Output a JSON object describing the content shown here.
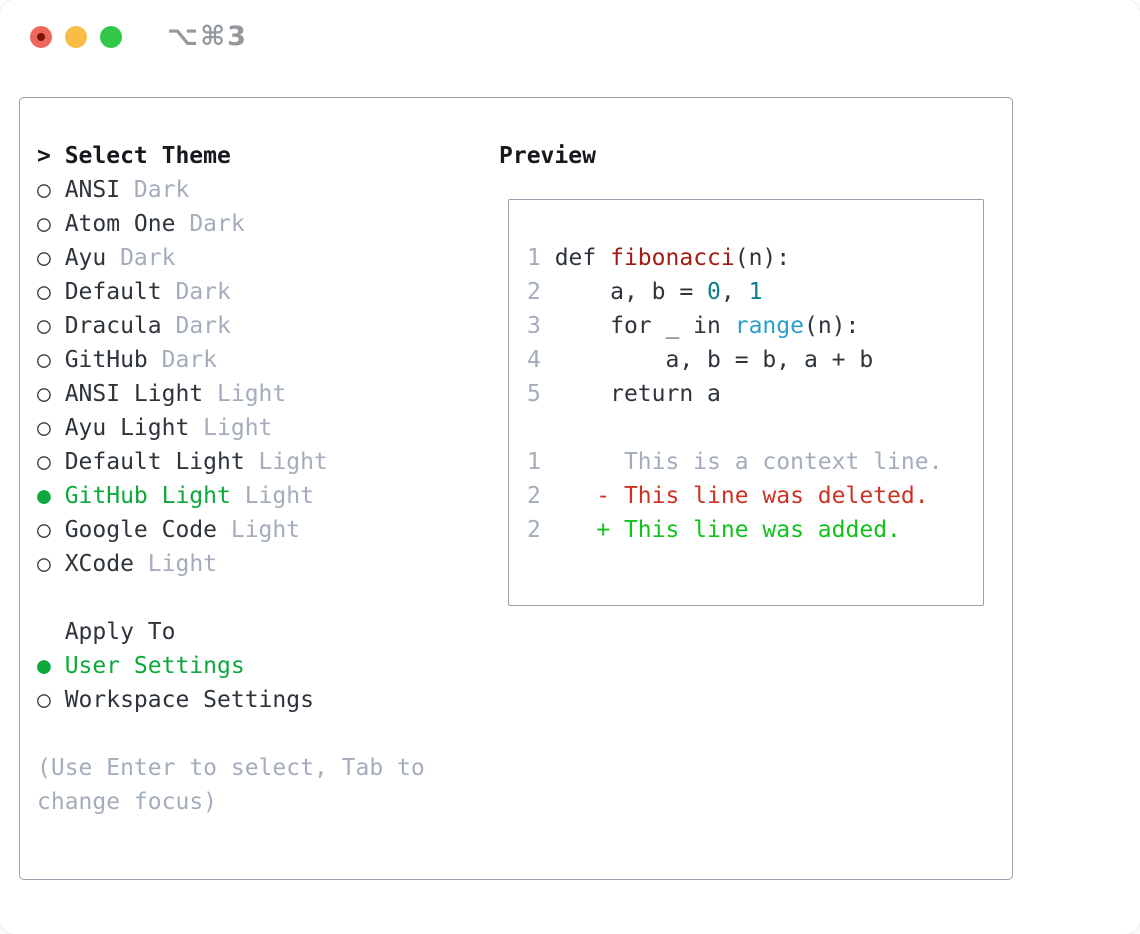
{
  "window": {
    "title": "⌥⌘3"
  },
  "colors": {
    "selected_green": "#0ca93d",
    "added_green": "#12c21b",
    "deleted_red": "#cb3425",
    "function_red": "#a21c11",
    "number_teal": "#0f7f8b",
    "builtin_blue": "#2b9ec9",
    "muted_gray": "#a3adbb",
    "text_dark": "#2e343b",
    "border_gray": "#98a2ae",
    "traffic_red": "#ef675c",
    "traffic_yellow": "#f7bd45",
    "traffic_green": "#33c748"
  },
  "select_theme": {
    "heading_marker": ">",
    "heading": "Select Theme",
    "items": [
      {
        "marker": "○",
        "name": "ANSI",
        "variant": "Dark",
        "state": "normal"
      },
      {
        "marker": "○",
        "name": "Atom One",
        "variant": "Dark",
        "state": "normal"
      },
      {
        "marker": "○",
        "name": "Ayu",
        "variant": "Dark",
        "state": "normal"
      },
      {
        "marker": "○",
        "name": "Default",
        "variant": "Dark",
        "state": "normal"
      },
      {
        "marker": "○",
        "name": "Dracula",
        "variant": "Dark",
        "state": "normal"
      },
      {
        "marker": "○",
        "name": "GitHub",
        "variant": "Dark",
        "state": "normal"
      },
      {
        "marker": "○",
        "name": "ANSI Light",
        "variant": "Light",
        "state": "normal"
      },
      {
        "marker": "○",
        "name": "Ayu Light",
        "variant": "Light",
        "state": "normal"
      },
      {
        "marker": "○",
        "name": "Default Light",
        "variant": "Light",
        "state": "normal"
      },
      {
        "marker": "●",
        "name": "GitHub Light",
        "variant": "Light",
        "state": "selected"
      },
      {
        "marker": "○",
        "name": "Google Code",
        "variant": "Light",
        "state": "normal"
      },
      {
        "marker": "○",
        "name": "XCode",
        "variant": "Light",
        "state": "normal"
      }
    ]
  },
  "apply_to": {
    "heading": "Apply To",
    "options": [
      {
        "marker": "●",
        "label": "User Settings",
        "state": "selected"
      },
      {
        "marker": "○",
        "label": "Workspace Settings",
        "state": "normal"
      }
    ]
  },
  "hint": [
    "(Use Enter to select, Tab to",
    "change focus)"
  ],
  "preview": {
    "heading": "Preview",
    "code_lines": [
      {
        "no": "1",
        "segments": [
          {
            "t": " def ",
            "c": "plain"
          },
          {
            "t": "fibonacci",
            "c": "func"
          },
          {
            "t": "(n):",
            "c": "plain"
          }
        ]
      },
      {
        "no": "2",
        "segments": [
          {
            "t": "     a, b = ",
            "c": "plain"
          },
          {
            "t": "0",
            "c": "num"
          },
          {
            "t": ", ",
            "c": "plain"
          },
          {
            "t": "1",
            "c": "num"
          }
        ]
      },
      {
        "no": "3",
        "segments": [
          {
            "t": "     for _ in ",
            "c": "plain"
          },
          {
            "t": "range",
            "c": "builtin"
          },
          {
            "t": "(n):",
            "c": "plain"
          }
        ]
      },
      {
        "no": "4",
        "segments": [
          {
            "t": "         a, b = b, a + b",
            "c": "plain"
          }
        ]
      },
      {
        "no": "5",
        "segments": [
          {
            "t": "     return a",
            "c": "plain"
          }
        ]
      }
    ],
    "diff_lines": [
      {
        "no": "1",
        "segments": [
          {
            "t": "      This is a context line.",
            "c": "ctx"
          }
        ]
      },
      {
        "no": "2",
        "segments": [
          {
            "t": "    - This line was deleted.",
            "c": "del"
          }
        ]
      },
      {
        "no": "2",
        "segments": [
          {
            "t": "    + This line was added.",
            "c": "add"
          }
        ]
      }
    ]
  }
}
